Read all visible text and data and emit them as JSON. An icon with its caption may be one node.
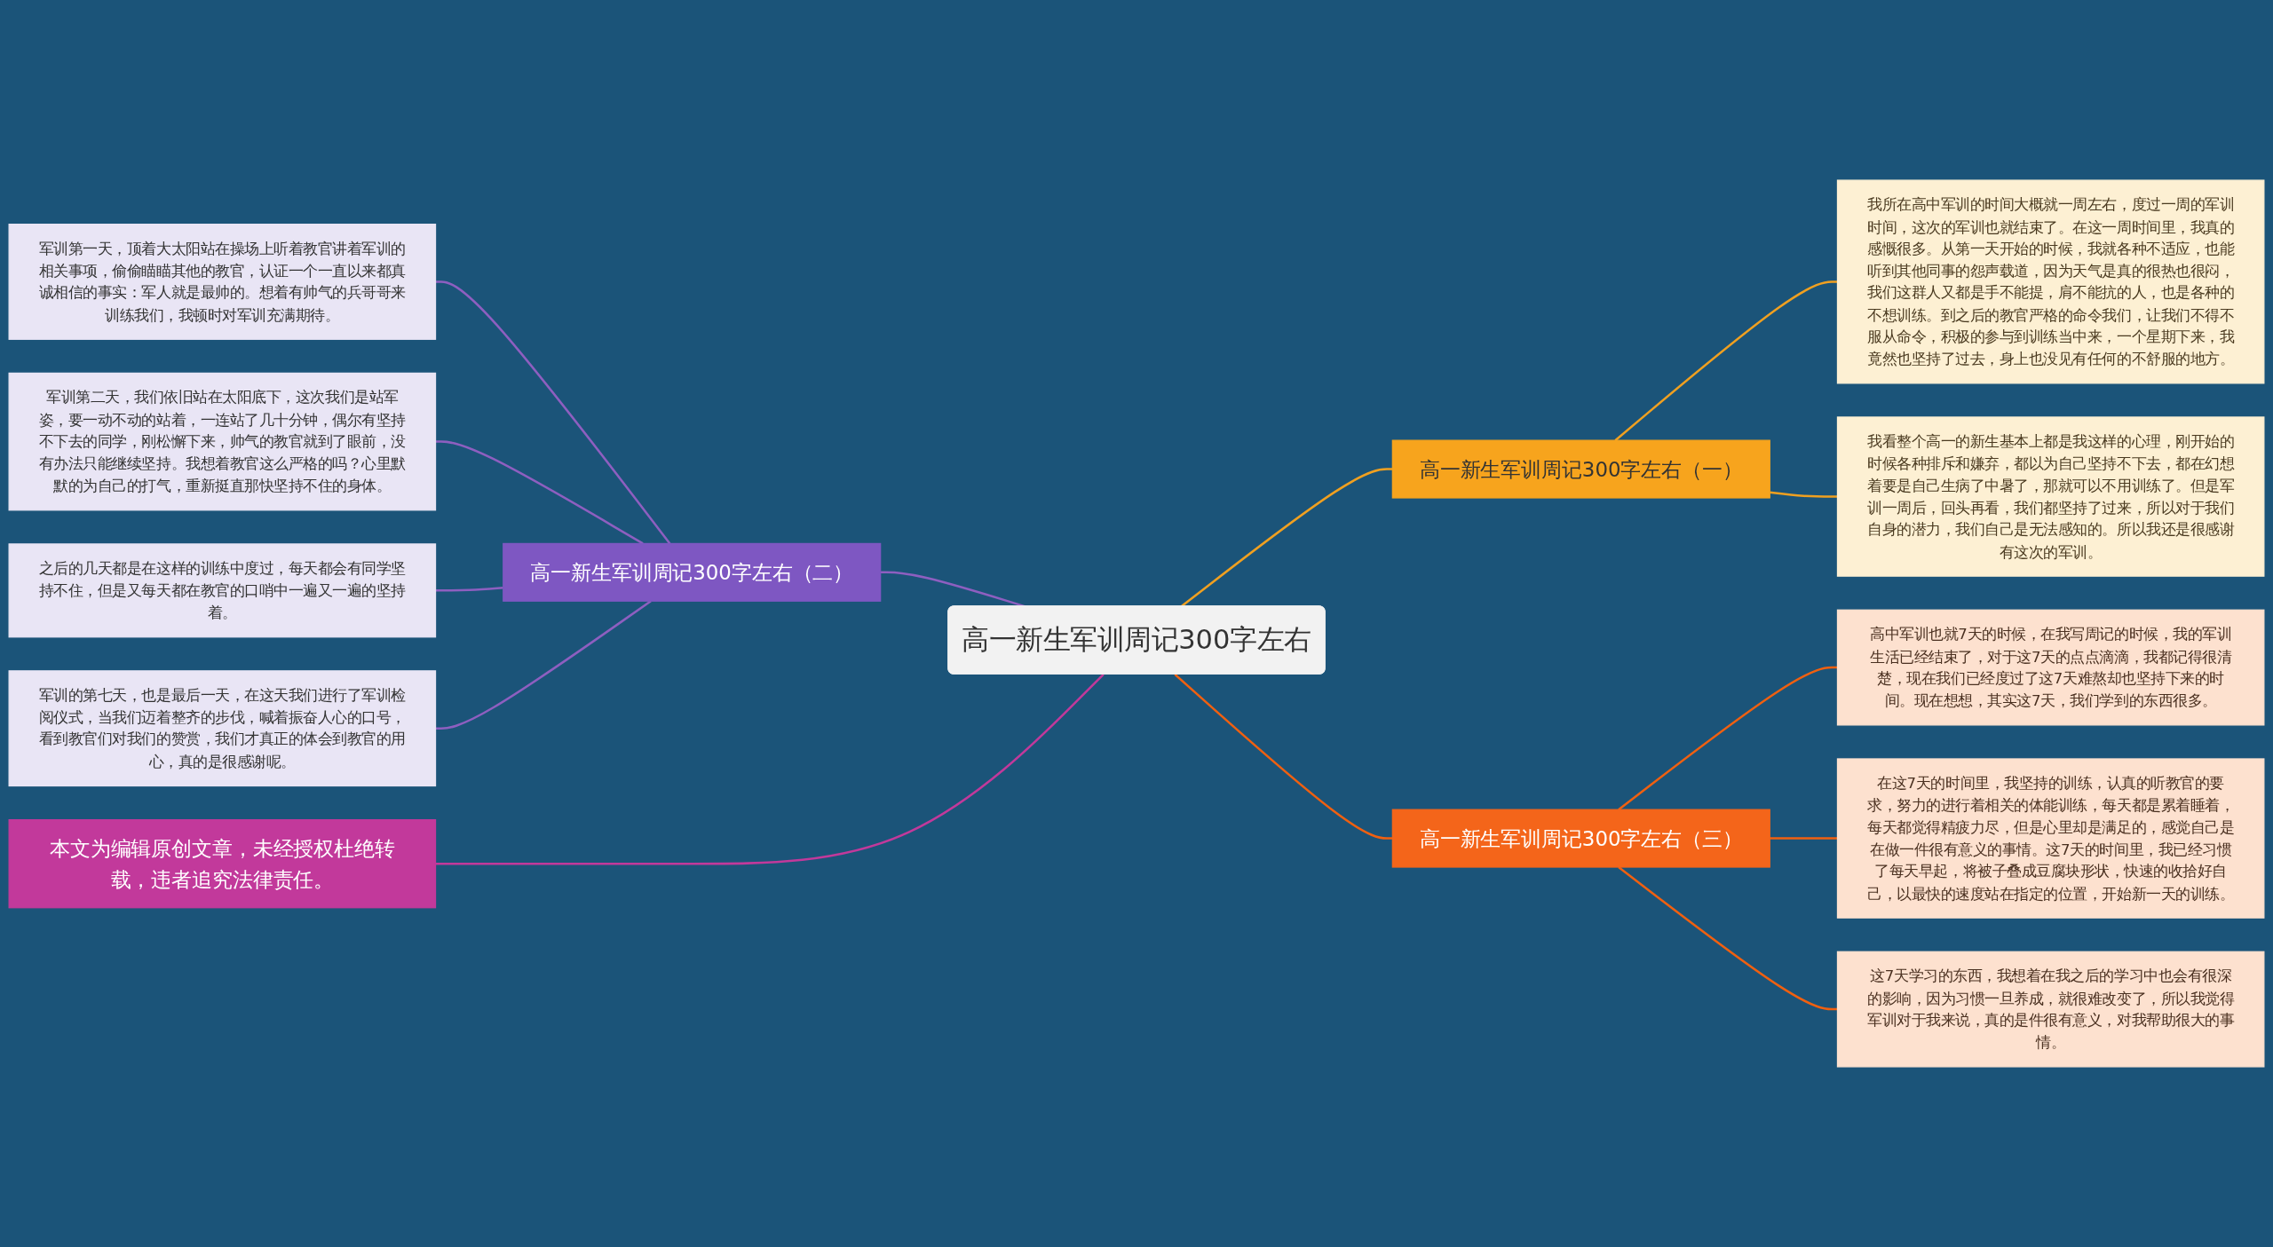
{
  "diagram": {
    "nodes": [
      {
        "text": [
          "高一新生军训周记300字左右"
        ]
      },
      {
        "text": [
          "高一新生军训周记300字左右（二）"
        ]
      },
      {
        "text": [
          "军训第一天，顶着大太阳站在操场上听着教官讲着军训的相关事项，偷偷瞄瞄其他的教官，认证一个一直以来都真诚相信的事实：军人就是最帅的。想着有帅气的兵哥哥来训练我们，我顿时对军训充满期待。"
        ]
      },
      {
        "text": [
          "军训第二天，我们依旧站在太阳底下，这次我们是站军姿，要一动不动的站着，一连站了几十分钟，偶尔有坚持不下去的同学，刚松懈下来，帅气的教官就到了眼前，没有办法只能继续坚持。我想着教官这么严格的吗？心里默默的为自己的打气，重新挺直那快坚持不住的身体。"
        ]
      },
      {
        "text": [
          "之后的几天都是在这样的训练中度过，每天都会有同学坚持不住，但是又每天都在教官的口哨中一遍又一遍的坚持着。"
        ]
      },
      {
        "text": [
          "军训的第七天，也是最后一天，在这天我们进行了军训检阅仪式，当我们迈着整齐的步伐，喊着振奋人心的口号，看到教官们对我们的赞赏，我们才真正的体会到教官的用心，真的是很感谢呢。"
        ]
      },
      {
        "text": [
          "本文为编辑原创文章，未经授权杜绝转载，违者追究法律责任。"
        ]
      },
      {
        "text": [
          "高一新生军训周记300字左右（一）"
        ]
      },
      {
        "text": [
          "我所在高中军训的时间大概就一周左右，度过一周的军训时间，这次的军训也就结束了。在这一周时间里，我真的感慨很多。从第一天开始的时候，我就各种不适应，也能听到其他同事的怨声载道，因为天气是真的很热也很闷，我们这群人又都是手不能提，肩不能抗的人，也是各种的不想训练。到之后的教官严格的命令我们，让我们不得不服从命令，积极的参与到训练当中来，一个星期下来，我竟然也坚持了过去，身上也没见有任何的不舒服的地方。"
        ]
      },
      {
        "text": [
          "我看整个高一的新生基本上都是我这样的心理，刚开始的时候各种排斥和嫌弃，都以为自己坚持不下去，都在幻想着要是自己生病了中暑了，那就可以不用训练了。但是军训一周后，回头再看，我们都坚持了过来，所以对于我们自身的潜力，我们自己是无法感知的。所以我还是很感谢有这次的军训。"
        ]
      },
      {
        "text": [
          "高一新生军训周记300字左右（三）"
        ]
      },
      {
        "text": [
          "高中军训也就7天的时候，在我写周记的时候，我的军训生活已经结束了，对于这7天的点点滴滴，我都记得很清楚，现在我们已经度过了这7天难熬却也坚持下来的时间。现在想想，其实这7天，我们学到的东西很多。"
        ]
      },
      {
        "text": [
          "在这7天的时间里，我坚持的训练，认真的听教官的要求，努力的进行着相关的体能训练，每天都是累着睡着，每天都觉得精疲力尽，但是心里却是满足的，感觉自己是在做一件很有意义的事情。这7天的时间里，我已经习惯了每天早起，将被子叠成豆腐块形状，快速的收拾好自己，以最快的速度站在指定的位置，开始新一天的训练。"
        ]
      },
      {
        "text": [
          "这7天学习的东西，我想着在我之后的学习中也会有很深的影响，因为习惯一旦养成，就很难改变了，所以我觉得军训对于我来说，真的是件很有意义，对我帮助很大的事情。"
        ]
      }
    ],
    "edges": [
      {
        "from": 0,
        "to": 1,
        "arrow": "none",
        "color": "#8e5fc0"
      },
      {
        "from": 1,
        "to": 2,
        "arrow": "none",
        "color": "#8e5fc0"
      },
      {
        "from": 1,
        "to": 3,
        "arrow": "none",
        "color": "#8e5fc0"
      },
      {
        "from": 1,
        "to": 4,
        "arrow": "none",
        "color": "#8e5fc0"
      },
      {
        "from": 1,
        "to": 5,
        "arrow": "none",
        "color": "#8e5fc0"
      },
      {
        "from": 0,
        "to": 6,
        "arrow": "none",
        "color": "#c2399b"
      },
      {
        "from": 0,
        "to": 7,
        "arrow": "none",
        "color": "#f0a020"
      },
      {
        "from": 7,
        "to": 8,
        "arrow": "none",
        "color": "#f0a020"
      },
      {
        "from": 7,
        "to": 9,
        "arrow": "none",
        "color": "#f0a020"
      },
      {
        "from": 0,
        "to": 10,
        "arrow": "none",
        "color": "#f06010"
      },
      {
        "from": 10,
        "to": 11,
        "arrow": "none",
        "color": "#f06010"
      },
      {
        "from": 10,
        "to": 12,
        "arrow": "none",
        "color": "#f06010"
      },
      {
        "from": 10,
        "to": 13,
        "arrow": "none",
        "color": "#f06010"
      }
    ]
  }
}
